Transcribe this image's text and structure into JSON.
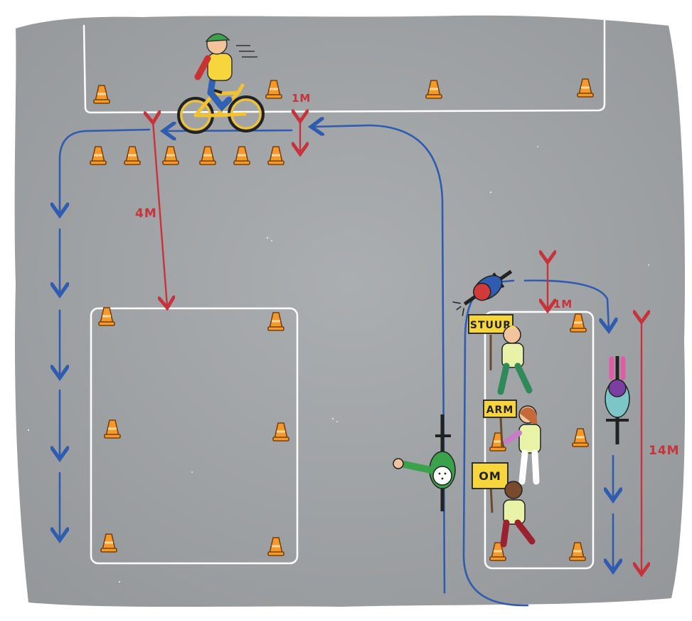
{
  "colors": {
    "asphalt": "#a3a6a8",
    "asphalt_dark": "#8f9294",
    "chalk": "#ffffff",
    "route": "#2f5bb0",
    "measure": "#c8323a",
    "cone": "#f39a2b",
    "cone_dark": "#b65f12",
    "sign": "#f7d53c"
  },
  "measurements": {
    "top_gap": "1M",
    "vertical_gap": "4M",
    "right_gap": "1M",
    "lane_length": "14M"
  },
  "signs": {
    "steer": "STUUR",
    "arm": "ARM",
    "turn": "OM"
  },
  "scene": {
    "cyclists": [
      "cyclist-riding-top",
      "cyclist-top-view-pink-helmet",
      "cyclist-top-view-red-helmet",
      "cyclist-signaling-white-helmet"
    ],
    "instructors": 3
  }
}
